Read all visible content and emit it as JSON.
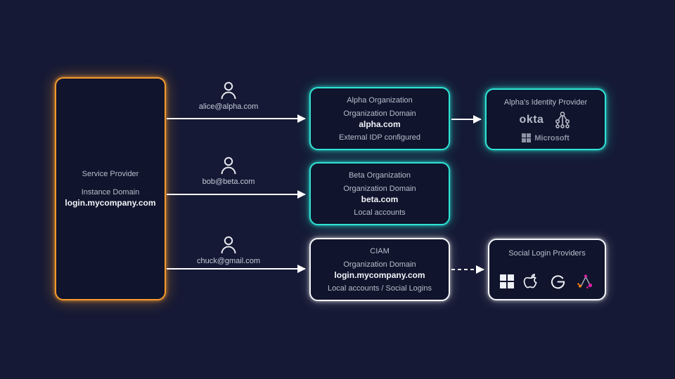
{
  "colors": {
    "background": "#151935",
    "box_fill": "#10142c",
    "teal_border": "#2ee3d3",
    "orange_border": "#f39a2d",
    "white_border": "#f4f6fa",
    "text": "#b9bfce"
  },
  "service_provider": {
    "title": "Service Provider",
    "domain_label": "Instance Domain",
    "domain": "login.mycompany.com"
  },
  "users": [
    {
      "email": "alice@alpha.com"
    },
    {
      "email": "bob@beta.com"
    },
    {
      "email": "chuck@gmail.com"
    }
  ],
  "organizations": [
    {
      "name": "Alpha Organization",
      "domain_label": "Organization Domain",
      "domain": "alpha.com",
      "note": "External IDP configured"
    },
    {
      "name": "Beta Organization",
      "domain_label": "Organization Domain",
      "domain": "beta.com",
      "note": "Local accounts"
    },
    {
      "name": "CIAM",
      "domain_label": "Organization Domain",
      "domain": "login.mycompany.com",
      "note": "Local accounts / Social Logins"
    }
  ],
  "identity_provider": {
    "title": "Alpha's Identity Provider",
    "okta_label": "okta",
    "microsoft_label": "Microsoft",
    "icons": [
      "okta-logo",
      "directory-tree-icon",
      "microsoft-logo"
    ]
  },
  "social_login": {
    "title": "Social  Login Providers",
    "icons": [
      "microsoft-icon",
      "apple-icon",
      "google-icon",
      "triangle-network-icon"
    ]
  }
}
